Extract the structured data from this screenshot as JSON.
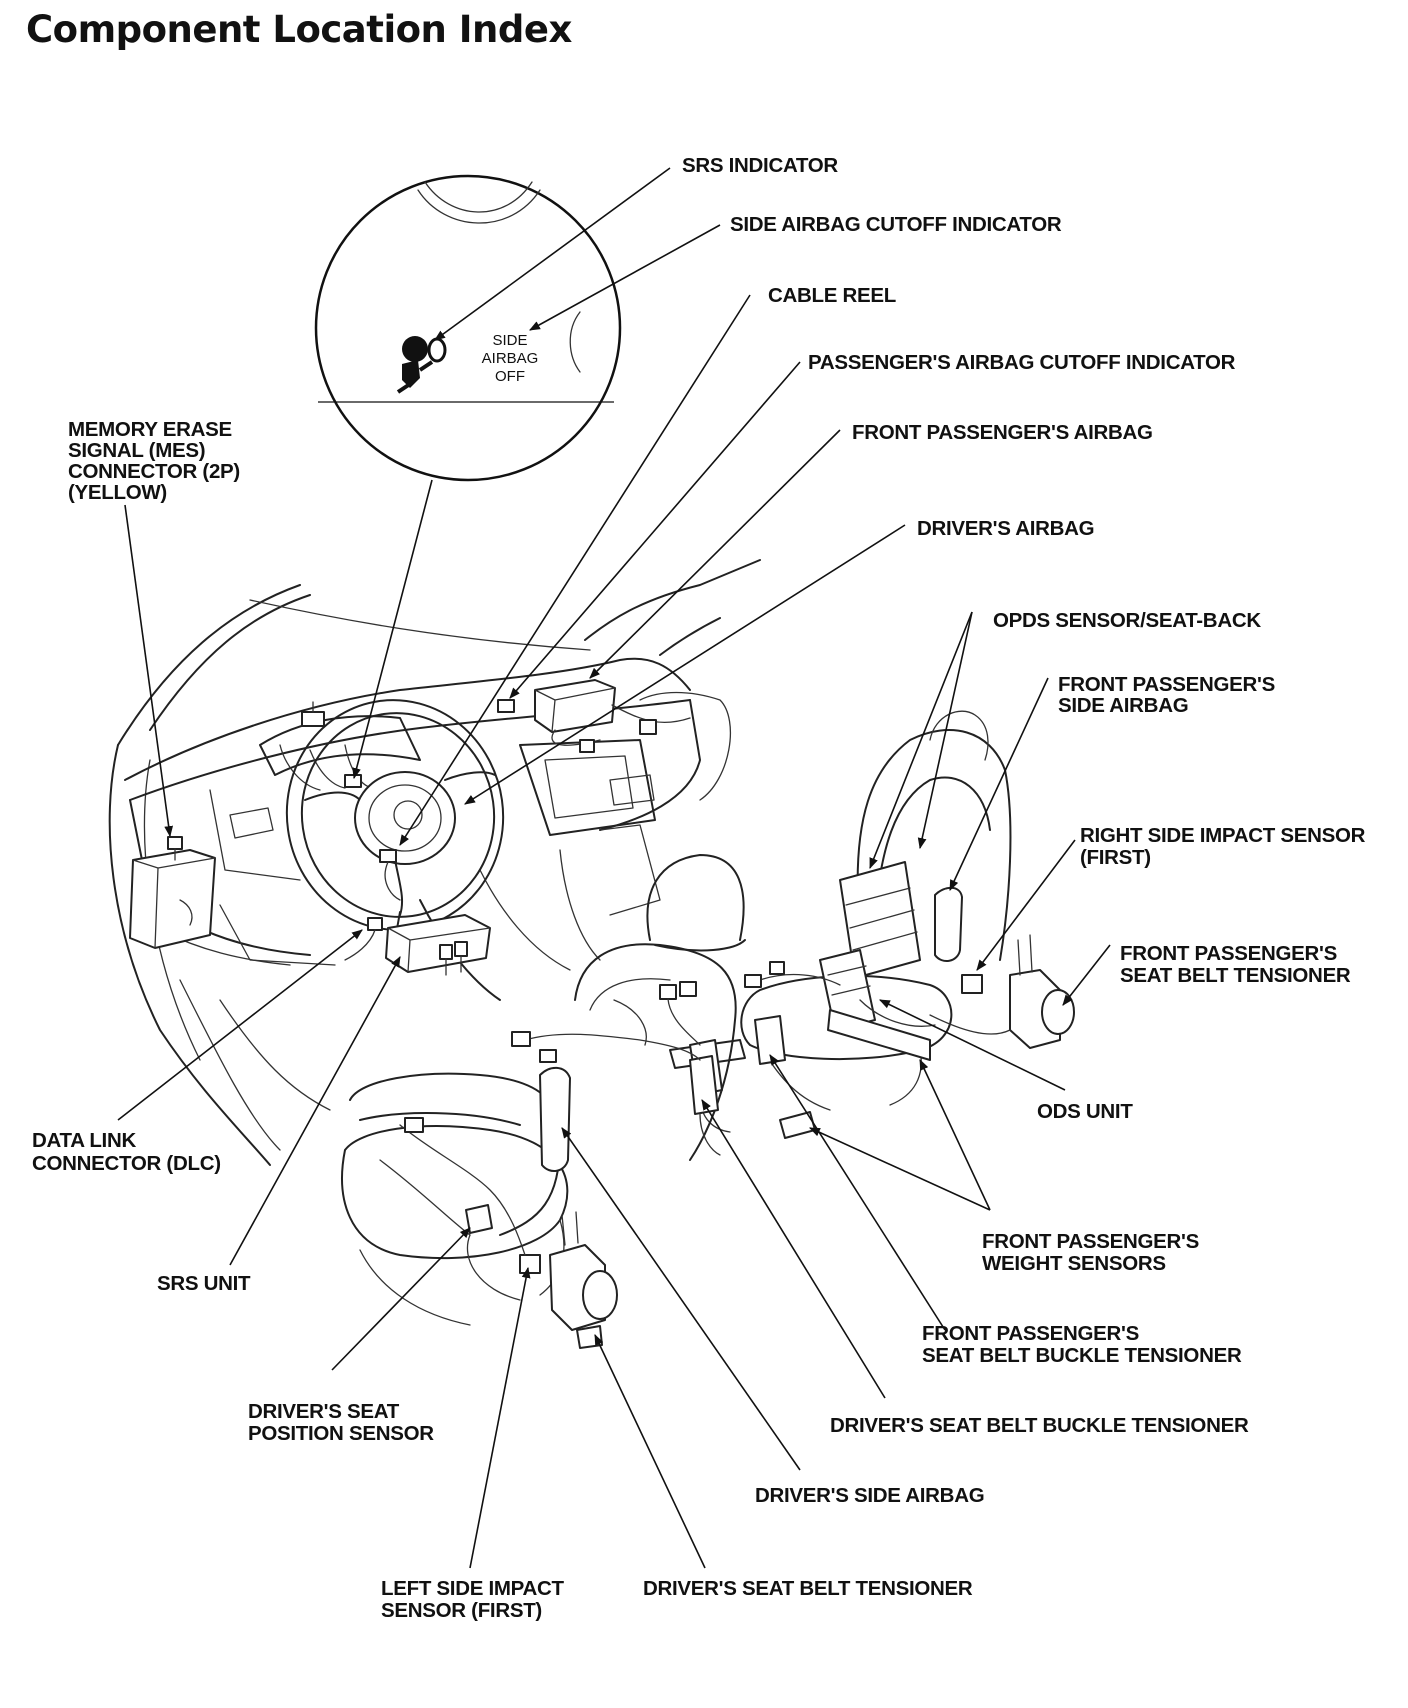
{
  "title": "Component Location Index",
  "inset": {
    "side_airbag_off": [
      "SIDE",
      "AIRBAG",
      "OFF"
    ]
  },
  "labels": {
    "srs_indicator": [
      "SRS INDICATOR"
    ],
    "side_airbag_cutoff_indicator": [
      "SIDE AIRBAG CUTOFF INDICATOR"
    ],
    "cable_reel": [
      "CABLE REEL"
    ],
    "passenger_airbag_cutoff_indicator": [
      "PASSENGER'S AIRBAG CUTOFF INDICATOR"
    ],
    "front_passenger_airbag": [
      "FRONT PASSENGER'S AIRBAG"
    ],
    "driver_airbag": [
      "DRIVER'S AIRBAG"
    ],
    "opds_sensor": [
      "OPDS SENSOR/SEAT-BACK"
    ],
    "front_passenger_side_airbag": [
      "FRONT PASSENGER'S",
      "SIDE AIRBAG"
    ],
    "right_side_impact_sensor": [
      "RIGHT SIDE IMPACT SENSOR",
      "(FIRST)"
    ],
    "front_passenger_seat_belt_tensioner": [
      "FRONT PASSENGER'S",
      "SEAT BELT TENSIONER"
    ],
    "ods_unit": [
      "ODS UNIT"
    ],
    "front_passenger_weight_sensors": [
      "FRONT PASSENGER'S",
      "WEIGHT SENSORS"
    ],
    "front_passenger_seat_belt_buckle_tensioner": [
      "FRONT PASSENGER'S",
      "SEAT BELT BUCKLE TENSIONER"
    ],
    "driver_seat_belt_buckle_tensioner": [
      "DRIVER'S SEAT BELT BUCKLE TENSIONER"
    ],
    "driver_side_airbag": [
      "DRIVER'S SIDE AIRBAG"
    ],
    "driver_seat_belt_tensioner": [
      "DRIVER'S SEAT BELT TENSIONER"
    ],
    "left_side_impact_sensor": [
      "LEFT SIDE IMPACT",
      "SENSOR (FIRST)"
    ],
    "driver_seat_position_sensor": [
      "DRIVER'S SEAT",
      "POSITION SENSOR"
    ],
    "srs_unit": [
      "SRS UNIT"
    ],
    "data_link_connector": [
      "DATA LINK",
      "CONNECTOR (DLC)"
    ],
    "memory_erase_signal_connector": [
      "MEMORY ERASE",
      "SIGNAL (MES)",
      "CONNECTOR (2P)",
      "(YELLOW)"
    ]
  }
}
